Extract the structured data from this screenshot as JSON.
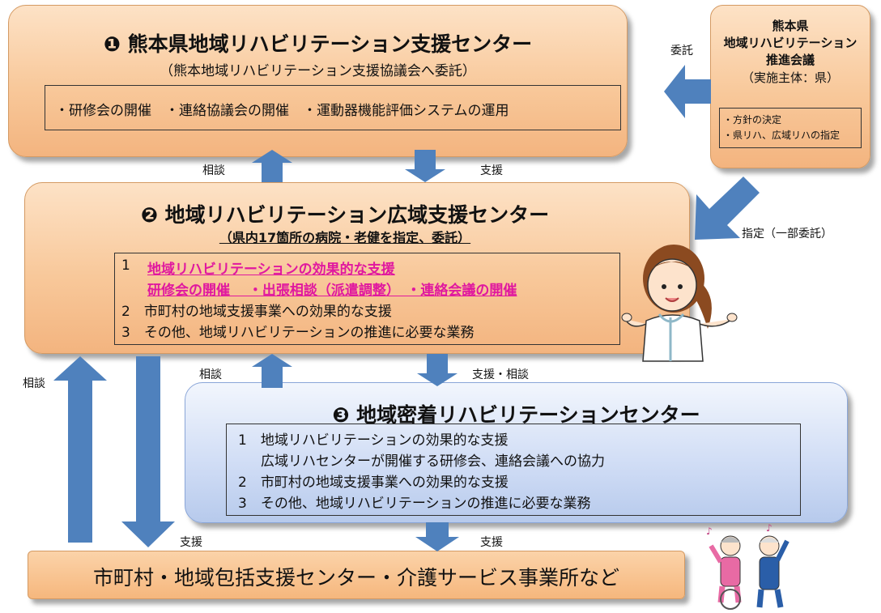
{
  "box1": {
    "title": "❶ 熊本県地域リハビリテーション支援センター",
    "subtitle": "（熊本地域リハビリテーション支援協議会へ委託）",
    "tasks": "・研修会の開催　・連絡協議会の開催　・運動器機能評価システムの運用"
  },
  "council": {
    "line1": "熊本県",
    "line2": "地域リハビリテーション",
    "line3": "推進会議",
    "line4": "（実施主体：県）",
    "item1": "・方針の決定",
    "item2": "・県リハ、広域リハの指定"
  },
  "box2": {
    "title": "❷ 地域リハビリテーション広域支援センター",
    "subtitle": "（県内17箇所の病院・老健を指定、委託）",
    "line1_num": "1",
    "line1": "地域リハビリテーションの効果的な支援",
    "line1b": "研修会の開催　 ・出張相談（派遣調整）　・連絡会議の開催",
    "line2": "2　市町村の地域支援事業への効果的な支援",
    "line3": "3　その他、地域リハビリテーションの推進に必要な業務"
  },
  "box3": {
    "title": "❸ 地域密着リハビリテーションセンター",
    "line1": "1　地域リハビリテーションの効果的な支援",
    "line1b": "広域リハセンターが開催する研修会、連絡会議への協力",
    "line2": "2　市町村の地域支援事業への効果的な支援",
    "line3": "3　その他、地域リハビリテーションの推進に必要な業務"
  },
  "box4": {
    "title": "市町村・地域包括支援センター・介護サービス事業所など"
  },
  "labels": {
    "itaku": "委託",
    "soudan1": "相談",
    "shien1": "支援",
    "shitei": "指定（一部委託）",
    "soudan2": "相談",
    "shien_soudan": "支援・相談",
    "soudan3": "相談",
    "shien2": "支援",
    "shien3": "支援"
  },
  "colors": {
    "arrow": "#4f81bd",
    "pink": "#e0189f",
    "orange": "#f8c89a",
    "blue": "#cfdcf5"
  }
}
